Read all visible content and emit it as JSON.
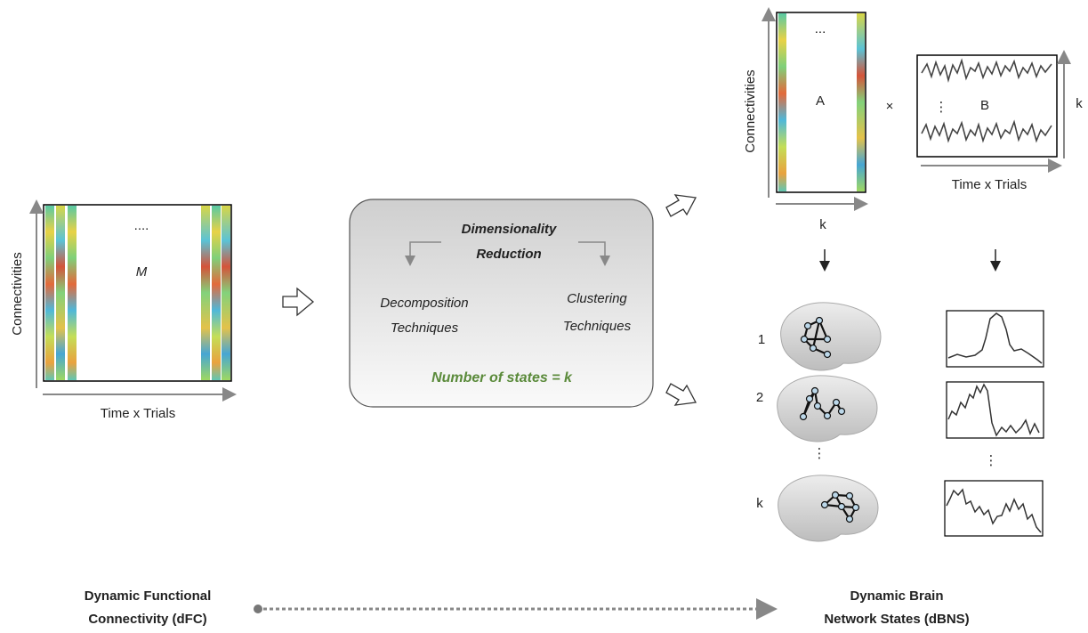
{
  "left_panel": {
    "matrix_label": "M",
    "dots": "....",
    "y_axis_label": "Connectivities",
    "x_axis_label": "Time x Trials"
  },
  "center_box": {
    "title_line1": "Dimensionality",
    "title_line2": "Reduction",
    "left_technique_line1": "Decomposition",
    "left_technique_line2": "Techniques",
    "right_technique_line1": "Clustering",
    "right_technique_line2": "Techniques",
    "states_note": "Number of states = k",
    "states_color": "#5a8a3a"
  },
  "right_top": {
    "matrix_a_label": "A",
    "matrix_a_dots": "...",
    "a_y_axis_label": "Connectivities",
    "a_x_axis_label": "k",
    "multiply_sign": "×",
    "matrix_b_label": "B",
    "b_dots": "⋮",
    "b_y_axis_label": "k",
    "b_x_axis_label": "Time x Trials"
  },
  "states": {
    "labels": [
      "1",
      "2",
      "k"
    ],
    "vertical_dots": "⋮"
  },
  "bottom": {
    "left_title_line1": "Dynamic Functional",
    "left_title_line2": "Connectivity (dFC)",
    "right_title_line1": "Dynamic Brain",
    "right_title_line2": "Network States (dBNS)"
  }
}
